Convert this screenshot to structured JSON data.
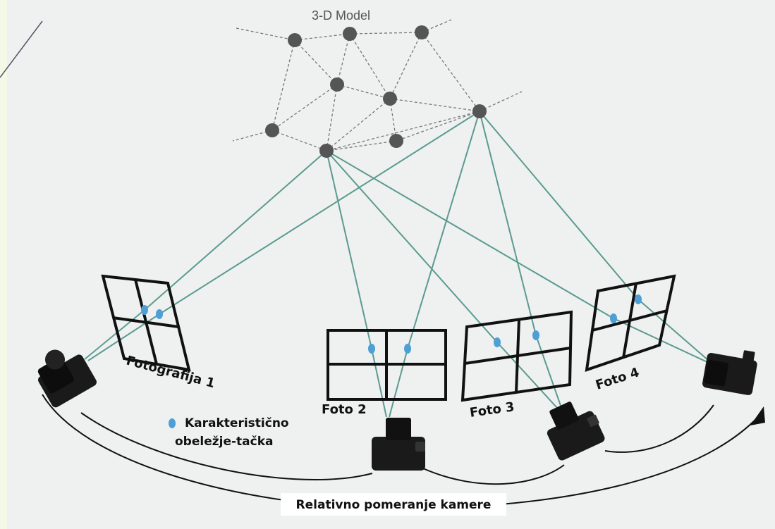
{
  "diagram": {
    "model_title": "3-D Model",
    "photo_labels": [
      "Fotografija 1",
      "Foto 2",
      "Foto 3",
      "Foto 4"
    ],
    "legend": {
      "line1": "Karakteristično",
      "line2": "obeležje-tačka"
    },
    "motion_label": "Relativno pomeranje kamere",
    "colors": {
      "ray": "#5b9a90",
      "feature_point": "#4d9fd6",
      "node": "#555555",
      "frame": "#111111",
      "background": "#f4f8e6"
    }
  }
}
